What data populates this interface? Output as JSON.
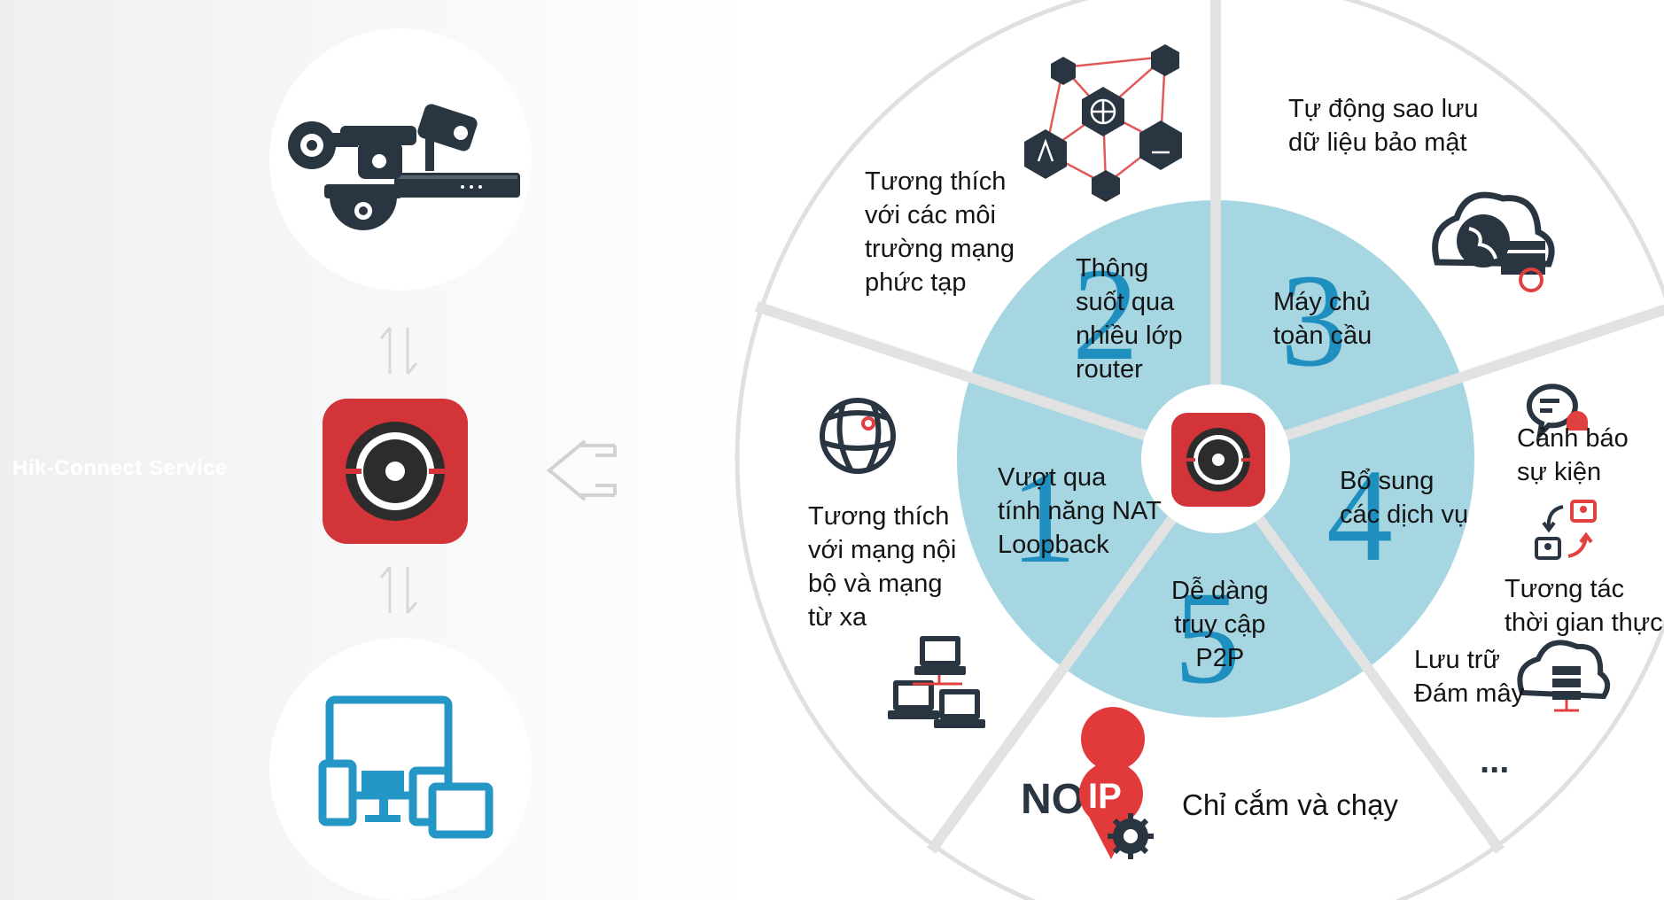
{
  "service_label": "Hik-Connect Service",
  "colors": {
    "wheel_outer": "#ffffff",
    "wheel_border": "#dcdcdc",
    "inner_ring": "#a6d6e1",
    "numeral": "#1e8fbf",
    "brand_red": "#d3343a",
    "icon_dark": "#2a3542",
    "icon_blue": "#2597c7"
  },
  "icons": {
    "devices": "camera-nvr-icon",
    "app": "hik-connect-app-icon",
    "clients": "client-devices-icon",
    "arrow": "left-arrow-icon",
    "network": "hexagon-network-icon",
    "globe": "globe-target-icon",
    "lan": "lan-computers-icon",
    "cloud_backup": "cloud-backup-icon",
    "alarm": "alarm-chat-icon",
    "interaction": "contacts-exchange-icon",
    "cloud_storage": "cloud-storage-icon",
    "no_ip": "no-ip-icon"
  },
  "numerals": [
    "1",
    "2",
    "3",
    "4",
    "5"
  ],
  "inner": {
    "s1": "Vượt qua\ntính năng NAT\nLoopback",
    "s2": "Thông\nsuốt qua\nnhiều lớp\nrouter",
    "s3": "Máy chủ\ntoàn cầu",
    "s4": "Bổ sung\ncác dịch vụ",
    "s5": "Dễ dàng\ntruy cập\nP2P"
  },
  "outer": {
    "network_compat": "Tương thích\nvới các môi\ntrường mạng\nphức tạp",
    "lan_compat": "Tương thích\nvới mạng nội\nbộ và mạng\ntừ xa",
    "backup": "Tự động sao lưu\ndữ liệu bảo mật",
    "alarm": "Cảnh báo\nsự kiện",
    "interaction": "Tương tác\nthời gian thực",
    "cloud_storage": "Lưu trữ\nĐám mây",
    "more": "...",
    "plug_play": "Chỉ cắm và chạy",
    "no_ip_no": "NO",
    "no_ip_ip": "IP"
  }
}
